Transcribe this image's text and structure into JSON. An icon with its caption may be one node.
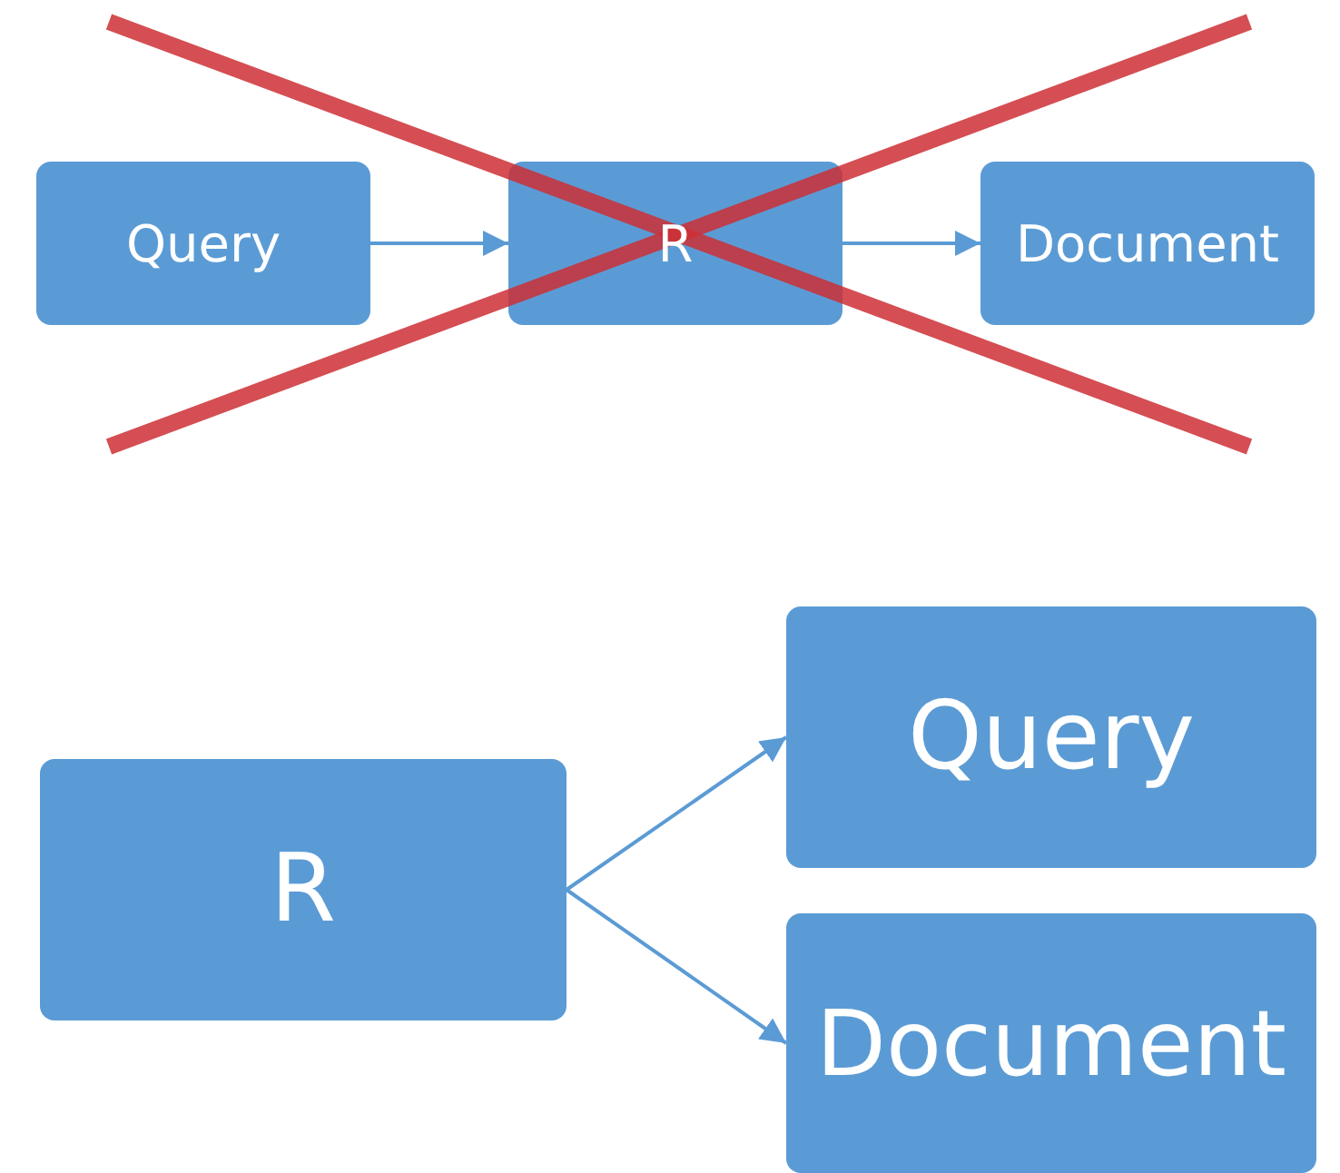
{
  "diagram": {
    "nodes": [
      {
        "text": [
          "Query"
        ]
      },
      {
        "text": [
          "R"
        ]
      },
      {
        "text": [
          "Document"
        ]
      },
      {
        "text": [
          "R"
        ]
      },
      {
        "text": [
          "Query"
        ]
      },
      {
        "text": [
          "Document"
        ]
      }
    ],
    "edges": [
      {
        "from": 0,
        "to": 1,
        "arrow": "to"
      },
      {
        "from": 1,
        "to": 2,
        "arrow": "to"
      },
      {
        "from": 3,
        "to": 4,
        "arrow": "to"
      },
      {
        "from": 3,
        "to": 5,
        "arrow": "to"
      }
    ]
  }
}
